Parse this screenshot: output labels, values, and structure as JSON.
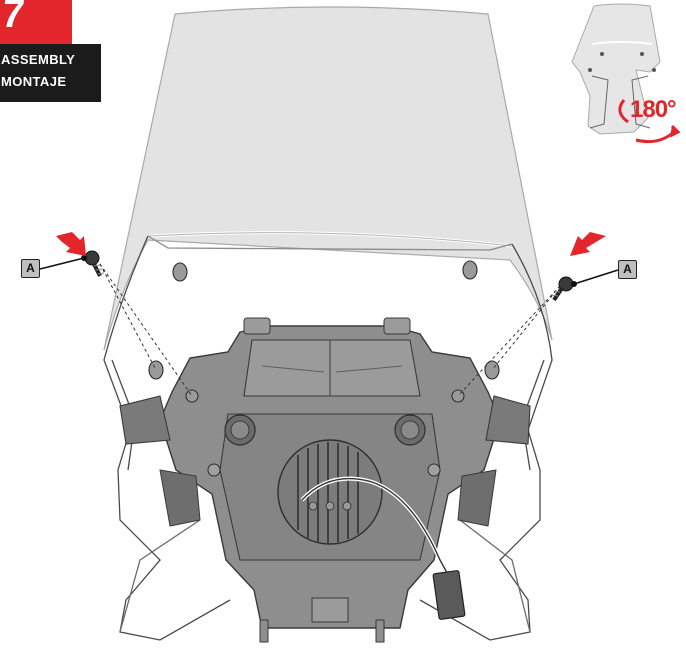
{
  "step": {
    "number": "7",
    "title_lines": [
      "ASSEMBLY",
      "MONTAJE"
    ]
  },
  "parts": {
    "left_label": "A",
    "right_label": "A"
  },
  "rotation": {
    "label": "180°"
  },
  "colors": {
    "accent_red": "#e2262b",
    "title_bg": "#1b1b1b",
    "windshield": "#e3e3e3",
    "headlight_body": "#8e8e8e",
    "headlight_dark": "#5f5f5f",
    "outline": "#3a3a3a"
  },
  "icons": [
    "arrow-icon",
    "screw-icon",
    "rotate-arrow-icon"
  ]
}
